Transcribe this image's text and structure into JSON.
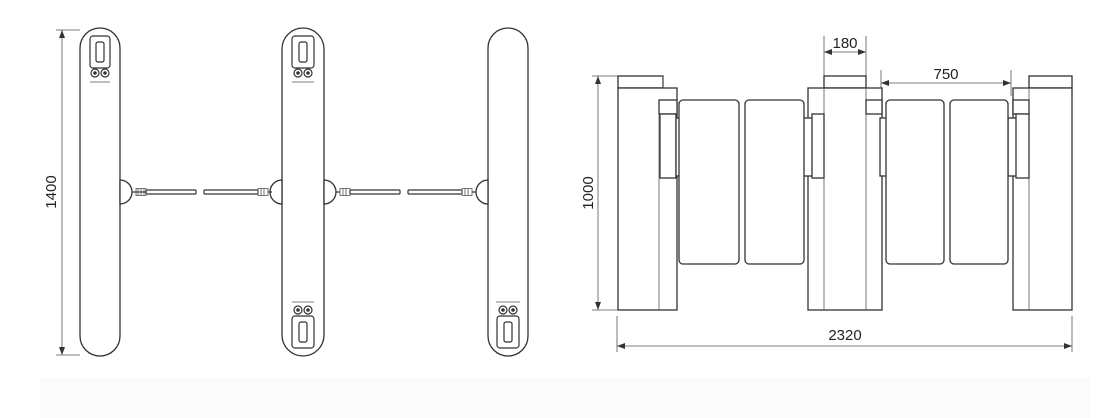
{
  "diagram": {
    "views": [
      {
        "name": "top-view",
        "dimensions": [
          {
            "id": "length",
            "label": "1400"
          }
        ]
      },
      {
        "name": "front-view",
        "dimensions": [
          {
            "id": "height",
            "label": "1000"
          },
          {
            "id": "post-width",
            "label": "180"
          },
          {
            "id": "passage-width",
            "label": "750"
          },
          {
            "id": "total-width",
            "label": "2320"
          }
        ]
      }
    ]
  },
  "colors": {
    "line": "#333333",
    "background": "#ffffff"
  }
}
